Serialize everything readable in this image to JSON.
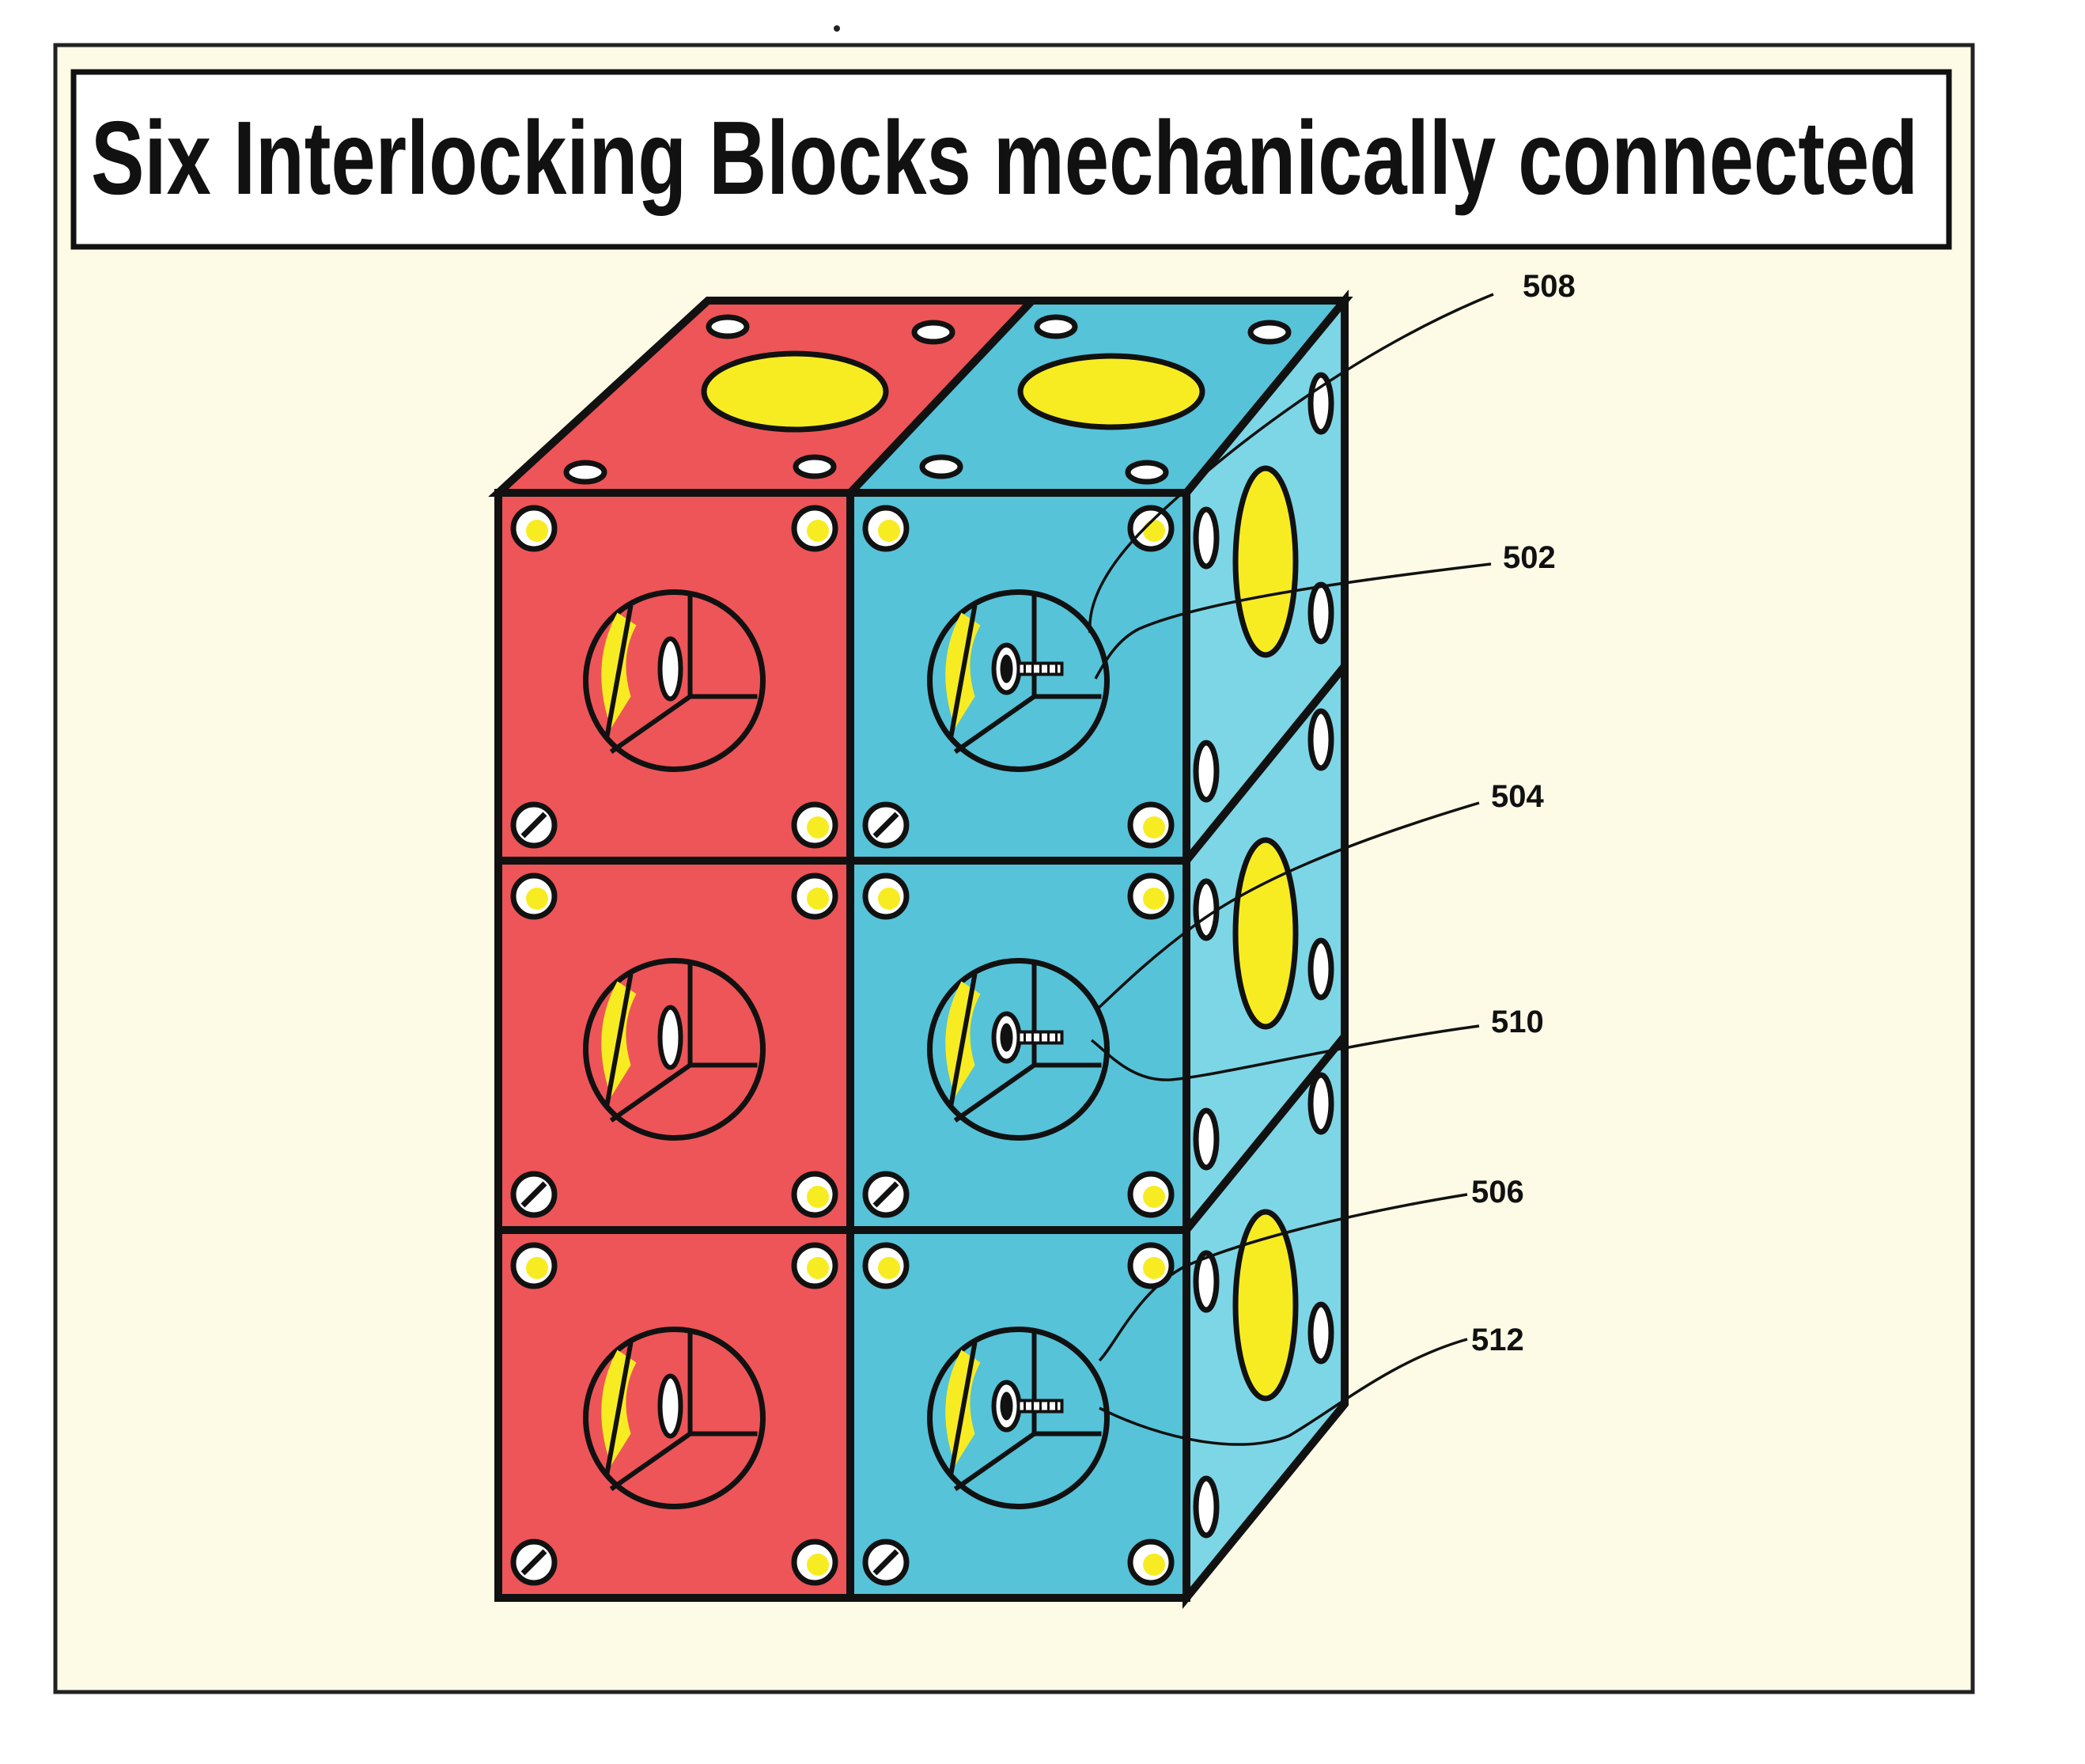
{
  "title": "Six Interlocking Blocks mechanically connected",
  "callouts": [
    {
      "id": "508",
      "label": "508"
    },
    {
      "id": "502",
      "label": "502"
    },
    {
      "id": "504",
      "label": "504"
    },
    {
      "id": "510",
      "label": "510"
    },
    {
      "id": "506",
      "label": "506"
    },
    {
      "id": "512",
      "label": "512"
    }
  ],
  "colors": {
    "background": "#fdfbe6",
    "red_block": "#ee5558",
    "blue_block": "#56c3d8",
    "side_blue": "#7dd6e6",
    "yellow": "#f7ec22",
    "outline": "#111111"
  }
}
